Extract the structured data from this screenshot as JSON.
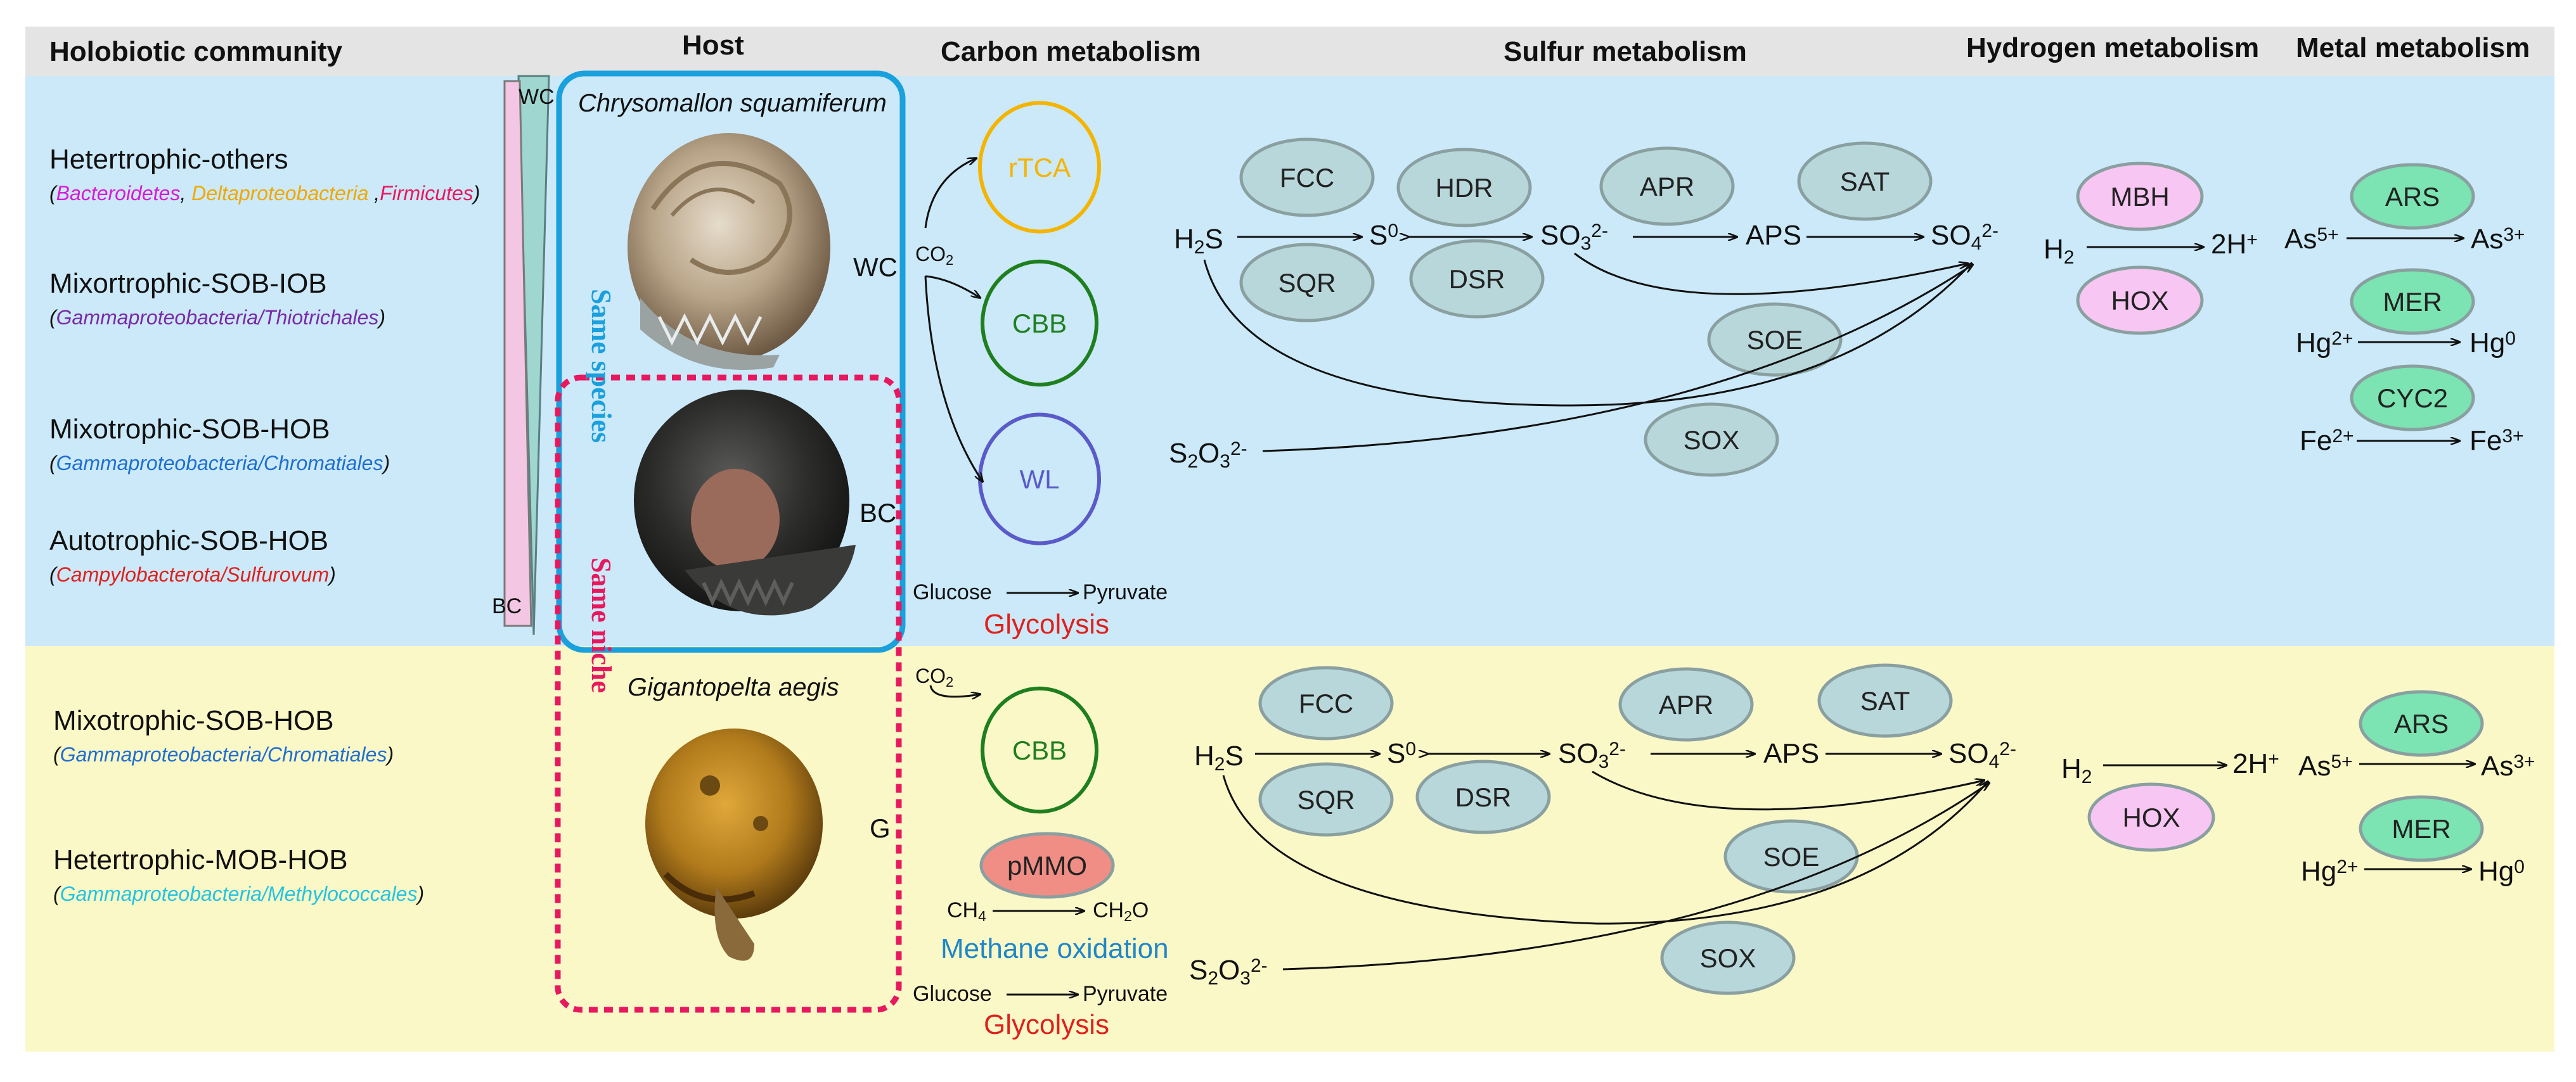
{
  "headers": {
    "community": "Holobiotic community",
    "host": "Host",
    "carbon": "Carbon metabolism",
    "sulfur": "Sulfur metabolism",
    "hydrogen": "Hydrogen metabolism",
    "metal": "Metal metabolism"
  },
  "colors": {
    "header_band": "#e4e4e4",
    "top_band": "#cbe9f9",
    "bottom_band": "#fbf8c8",
    "sulfur_enzyme": "#b8d7db",
    "hydrogen_enzyme": "#f8c6f2",
    "metal_enzyme": "#7ce3b2",
    "pmmo_enzyme": "#f08e86",
    "same_species": "#1aa0dc",
    "same_niche": "#e8185f",
    "rtca": "#f4b400",
    "cbb": "#1f7f1f",
    "wl": "#5a5ac8",
    "methane": "#1f86c8",
    "glycolysis": "#e0201c"
  },
  "community_top": [
    {
      "name": "Hetertrophic-others",
      "taxa": [
        {
          "t": "(",
          "c": "#111111"
        },
        {
          "t": "Bacteroidetes",
          "c": "#d81bd6"
        },
        {
          "t": ", ",
          "c": "#111111"
        },
        {
          "t": "Deltaproteobacteria",
          "c": "#f0a800"
        },
        {
          "t": " ,",
          "c": "#111111"
        },
        {
          "t": "Firmicutes",
          "c": "#e8185f"
        },
        {
          "t": ")",
          "c": "#111111"
        }
      ]
    },
    {
      "name": "Mixortrophic-SOB-IOB",
      "taxa": [
        {
          "t": "(",
          "c": "#111111"
        },
        {
          "t": "Gammaproteobacteria/Thiotrichales",
          "c": "#7a2aa8"
        },
        {
          "t": ")",
          "c": "#111111"
        }
      ]
    },
    {
      "name": "Mixotrophic-SOB-HOB",
      "taxa": [
        {
          "t": "(",
          "c": "#111111"
        },
        {
          "t": "Gammaproteobacteria/Chromatiales",
          "c": "#1f6fd0"
        },
        {
          "t": ")",
          "c": "#111111"
        }
      ]
    },
    {
      "name": "Autotrophic-SOB-HOB",
      "taxa": [
        {
          "t": "(",
          "c": "#111111"
        },
        {
          "t": "Campylobacterota/Sulfurovum",
          "c": "#e0201c"
        },
        {
          "t": ")",
          "c": "#111111"
        }
      ]
    }
  ],
  "community_bottom": [
    {
      "name": "Mixotrophic-SOB-HOB",
      "taxa": [
        {
          "t": "(",
          "c": "#111111"
        },
        {
          "t": "Gammaproteobacteria/Chromatiales",
          "c": "#1f6fd0"
        },
        {
          "t": ")",
          "c": "#111111"
        }
      ]
    },
    {
      "name": "Hetertrophic-MOB-HOB",
      "taxa": [
        {
          "t": "(",
          "c": "#111111"
        },
        {
          "t": "Gammaproteobacteria/Methylococcales",
          "c": "#22c4e0"
        },
        {
          "t": ")",
          "c": "#111111"
        }
      ]
    }
  ],
  "gradient": {
    "top_label": "WC",
    "bottom_label": "BC"
  },
  "host": {
    "species_top": "Chrysomallon squamiferum",
    "species_bottom": "Gigantopelta aegis",
    "wc": "WC",
    "bc": "BC",
    "g": "G",
    "same_species": "Same species",
    "same_niche": "Same niche"
  },
  "carbon": {
    "co2": "CO",
    "co2_sub": "2",
    "rtca": "rTCA",
    "cbb": "CBB",
    "wl": "WL",
    "glucose": "Glucose",
    "pyruvate": "Pyruvate",
    "glycolysis": "Glycolysis",
    "pmmo": "pMMO",
    "ch4": "CH",
    "ch4_sub": "4",
    "ch2o": "CH",
    "ch2o_sub": "2",
    "ch2o_end": "O",
    "methane_oxidation": "Methane oxidation"
  },
  "sulfur_enzymes": [
    "FCC",
    "SQR",
    "HDR",
    "DSR",
    "APR",
    "SAT",
    "SOE",
    "SOX"
  ],
  "sulfur_enzymes_bottom": [
    "FCC",
    "SQR",
    "DSR",
    "APR",
    "SAT",
    "SOE",
    "SOX"
  ],
  "sulfur_species": {
    "h2s": "H",
    "h2s_sub": "2",
    "h2s_end": "S",
    "s0": "S",
    "s0_sup": "0",
    "so3": "SO",
    "so3_sub": "3",
    "so3_sup": "2-",
    "aps": "APS",
    "so4": "SO",
    "so4_sub": "4",
    "so4_sup": "2-",
    "s2o3": "S",
    "s2o3_sub1": "2",
    "s2o3_mid": "O",
    "s2o3_sub2": "3",
    "s2o3_sup": "2-"
  },
  "hydrogen": {
    "mbh": "MBH",
    "hox": "HOX",
    "h2": "H",
    "h2_sub": "2",
    "hplus": "2H",
    "hplus_sup": "+"
  },
  "metal": {
    "ars": "ARS",
    "mer": "MER",
    "cyc2": "CYC2",
    "as5": "As",
    "as5_sup": "5+",
    "as3": "As",
    "as3_sup": "3+",
    "hg2": "Hg",
    "hg2_sup": "2+",
    "hg0": "Hg",
    "hg0_sup": "0",
    "fe2": "Fe",
    "fe2_sup": "2+",
    "fe3": "Fe",
    "fe3_sup": "3+"
  }
}
